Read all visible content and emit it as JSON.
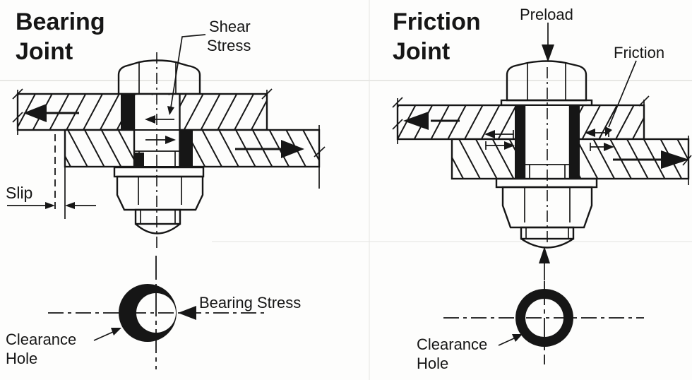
{
  "colors": {
    "background": "#fdfdfc",
    "ink": "#161616",
    "scan_artifact": "#e7e7e4"
  },
  "bearing_joint": {
    "title_line1": "Bearing",
    "title_line2": "Joint",
    "shear_stress_line1": "Shear",
    "shear_stress_line2": "Stress",
    "slip": "Slip",
    "bearing_stress": "Bearing Stress",
    "clearance_line1": "Clearance",
    "clearance_line2": "Hole"
  },
  "friction_joint": {
    "title_line1": "Friction",
    "title_line2": "Joint",
    "preload": "Preload",
    "friction": "Friction",
    "clearance_line1": "Clearance",
    "clearance_line2": "Hole"
  }
}
